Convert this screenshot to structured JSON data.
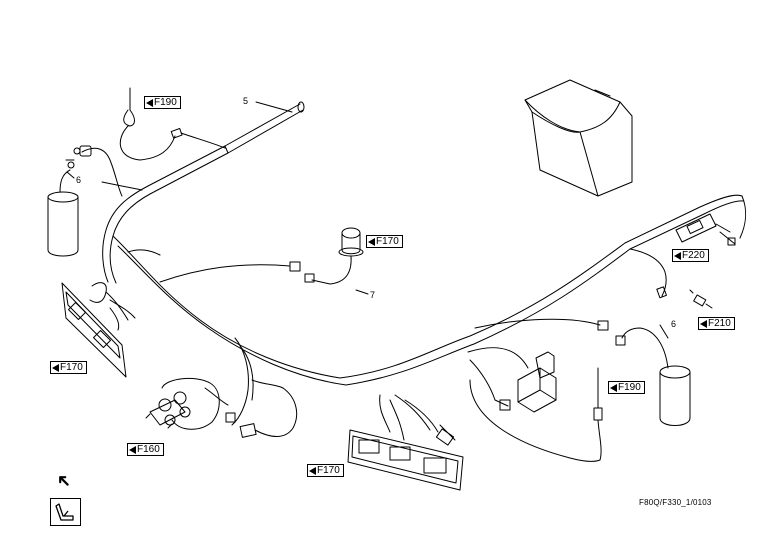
{
  "references": {
    "f190_top": "F190",
    "f170_beacon": "F170",
    "f220": "F220",
    "f210": "F210",
    "f170_left": "F170",
    "f190_right": "F190",
    "f160": "F160",
    "f170_bottom": "F170"
  },
  "part_numbers": {
    "p5": "5",
    "p6_left": "6",
    "p6_right": "6",
    "p7": "7"
  },
  "figure_code": "F80Q/F330_1/0103",
  "icons": {
    "reference_marker": "left-triangle-icon",
    "back_navigation": "diagonal-arrow-icon",
    "seat_symbol": "seat-icon"
  }
}
